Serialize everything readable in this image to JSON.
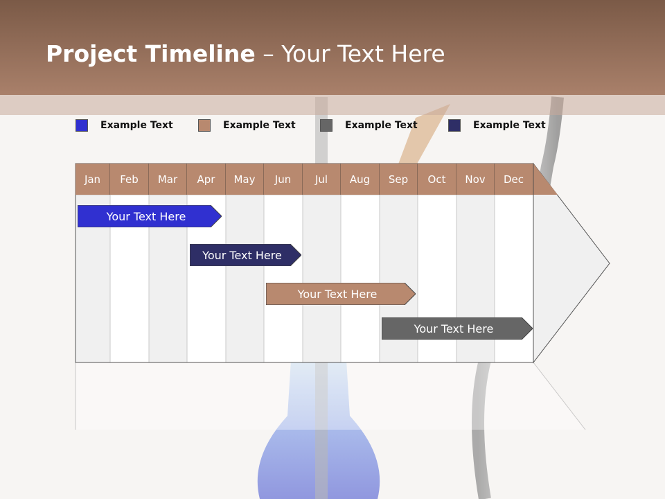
{
  "header": {
    "title_bold": "Project Timeline",
    "title_rest": " – Your Text Here"
  },
  "legend": [
    {
      "label": "Example Text",
      "color": "#3030d0"
    },
    {
      "label": "Example Text",
      "color": "#b8896f"
    },
    {
      "label": "Example Text",
      "color": "#666666"
    },
    {
      "label": "Example Text",
      "color": "#2e2e66"
    }
  ],
  "months": [
    "Jan",
    "Feb",
    "Mar",
    "Apr",
    "May",
    "Jun",
    "Jul",
    "Aug",
    "Sep",
    "Oct",
    "Nov",
    "Dec"
  ],
  "tasks": [
    {
      "label": "Your  Text Here",
      "color": "#3030d0"
    },
    {
      "label": "Your  Text Here",
      "color": "#2e2e66"
    },
    {
      "label": "Your  Text Here",
      "color": "#b8896f"
    },
    {
      "label": "Your  Text Here",
      "color": "#666666"
    }
  ]
}
